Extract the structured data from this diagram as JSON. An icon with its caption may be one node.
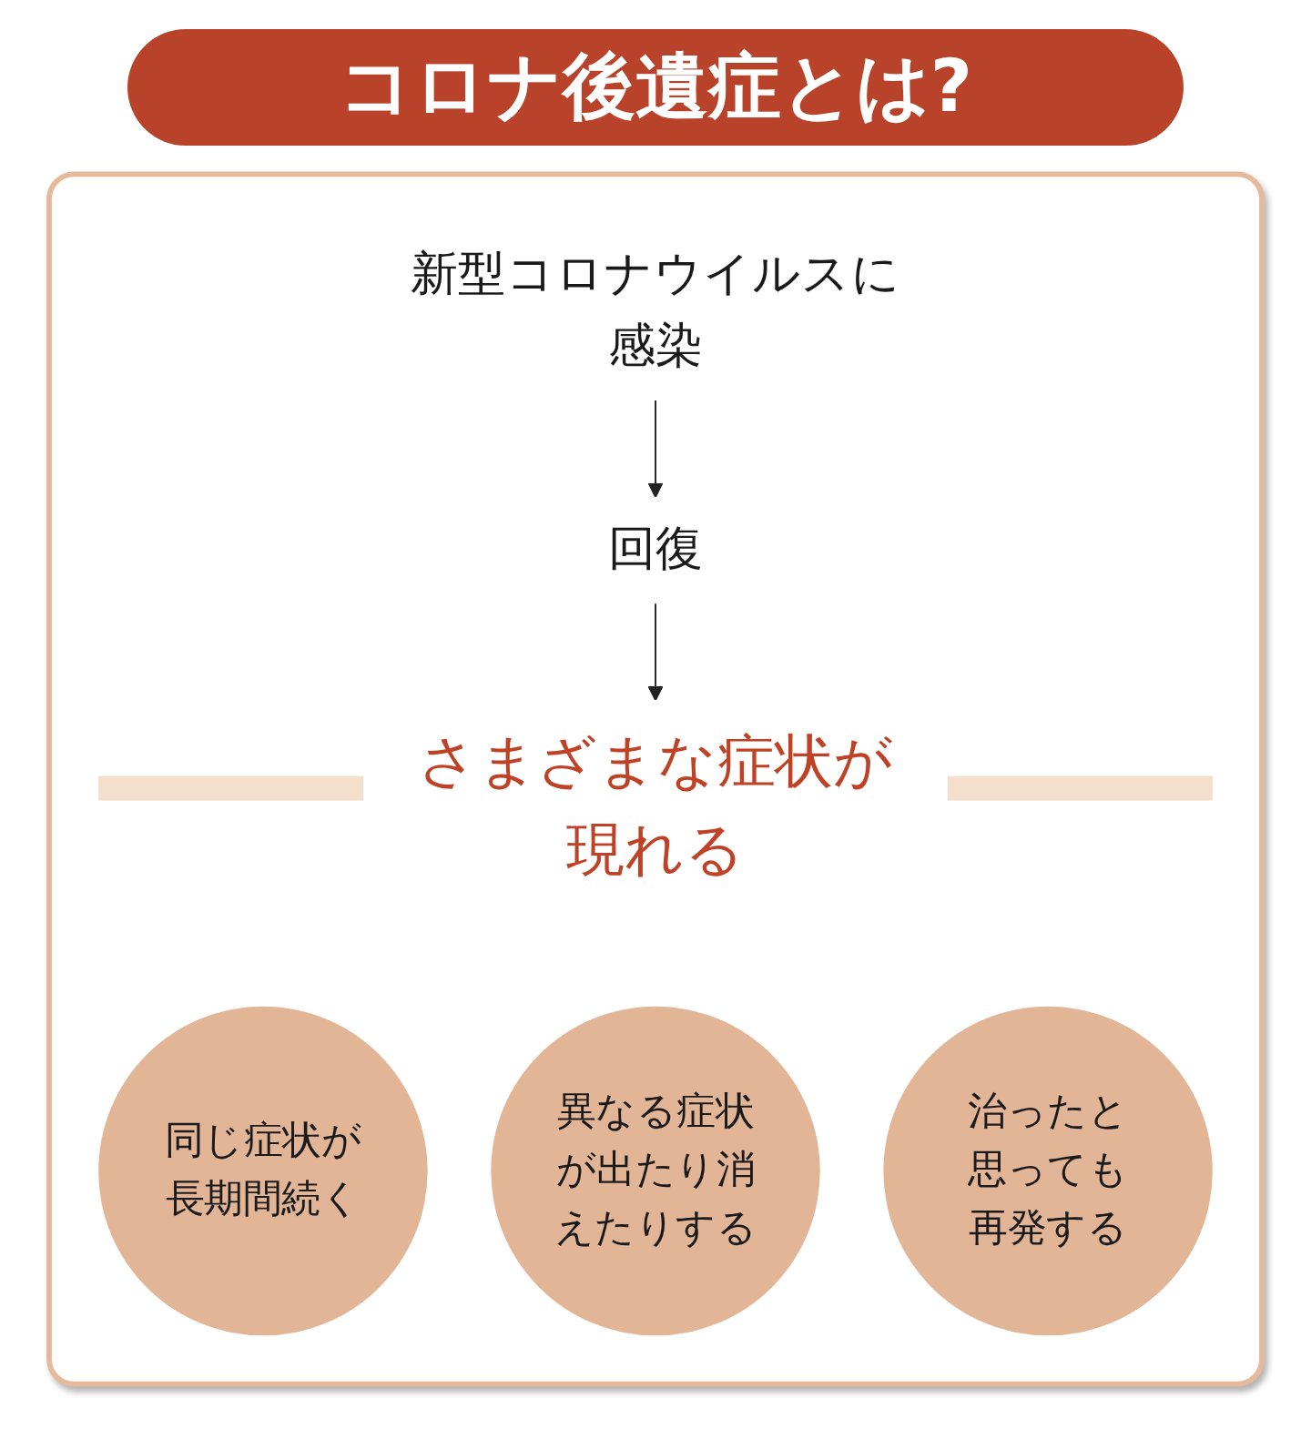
{
  "diagram": {
    "title": "コロナ後遺症とは?",
    "nodes": [
      {
        "text": [],
        "shape": "box"
      },
      {
        "text": [
          "新型コロナウイルスに感染"
        ],
        "in": 0
      },
      {
        "text": [
          "回復"
        ],
        "in": 0
      },
      {
        "text": [
          "さまざまな症状が現れる"
        ],
        "in": 0
      },
      {
        "text": [
          "同じ症状が長期間続く"
        ],
        "in": 0
      },
      {
        "text": [
          "異なる症状が出たり消えたりする"
        ],
        "in": 0
      },
      {
        "text": [
          "治ったと思っても再発する"
        ],
        "in": 0
      }
    ],
    "edges": [
      {
        "from": 1,
        "to": 2,
        "arrow": "to"
      },
      {
        "from": 2,
        "to": 3,
        "arrow": "to"
      }
    ]
  }
}
